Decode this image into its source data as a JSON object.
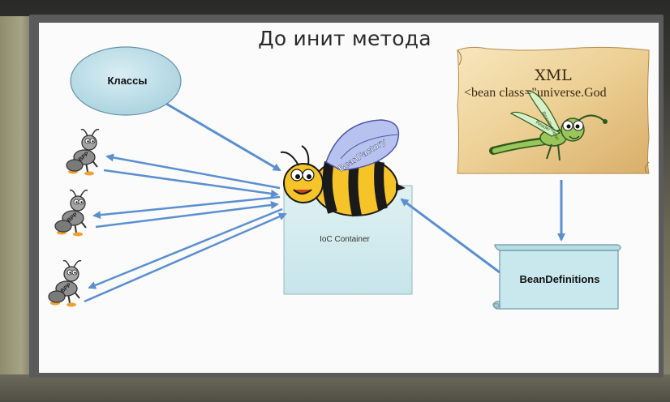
{
  "slide": {
    "title": "До инит метода",
    "classes_label": "Классы",
    "bean_factory_label": "BeanFactory",
    "ioc_container_label": "IoC Container",
    "bean_definitions_label": "BeanDefinitions",
    "xml_scroll": {
      "title": "XML",
      "code": "<bean class=\"universe.God"
    },
    "reader_labels": [
      "BeanDefinition",
      "Reader"
    ],
    "bpp_ants": [
      {
        "label": "BPP"
      },
      {
        "label": "BPP"
      },
      {
        "label": "BPP"
      }
    ]
  },
  "colors": {
    "arrow": "#5b8fd0",
    "ellipse_fill": "#bfdfe8",
    "container_fill": "#d2eaee",
    "scroll_fill": "#c9e8ee",
    "parchment": "#f2dcae",
    "bee_yellow": "#f6c428",
    "bee_wing": "#b8c2ef"
  }
}
